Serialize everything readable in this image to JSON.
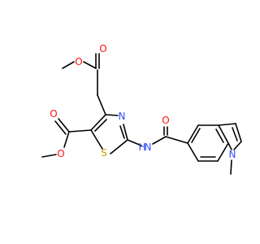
{
  "colors": {
    "bond": "#000000",
    "oxygen": "#ff0d0d",
    "nitrogen": "#3050f8",
    "sulfur": "#c8a000",
    "background": "#ffffff"
  },
  "atom_labels": {
    "o_ester_top_carbonyl": "O",
    "o_ester_top_ether": "O",
    "o_ester_left_carbonyl": "O",
    "o_ester_left_ether": "O",
    "o_amide": "O",
    "n_thiazole": "N",
    "s_thiazole": "S",
    "nh_amide": "H",
    "nh_amide_n": "N",
    "n_indole": "N"
  }
}
